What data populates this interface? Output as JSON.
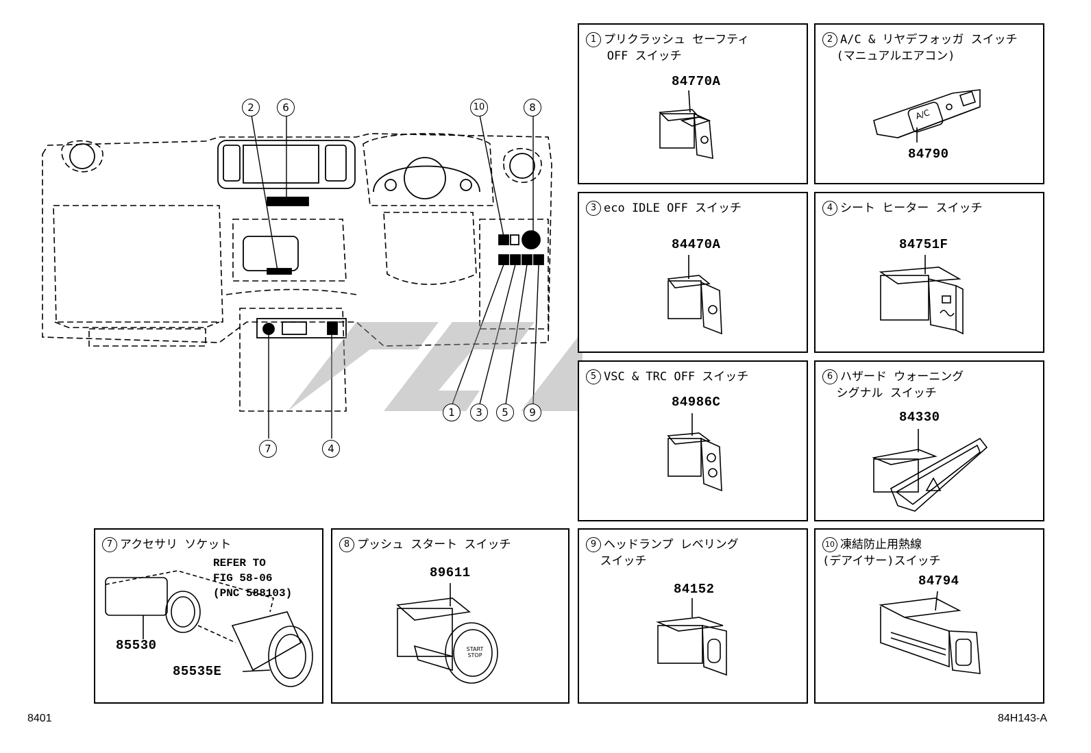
{
  "callouts": [
    "1",
    "2",
    "3",
    "4",
    "5",
    "6",
    "7",
    "8",
    "9",
    "10"
  ],
  "panels": [
    {
      "no": "1",
      "title": "プリクラッシュ セーフティ",
      "title2": "   OFF スイッチ",
      "part": "84770A"
    },
    {
      "no": "2",
      "title": "A/C & リヤデフォッガ スイッチ",
      "title2": "  (マニュアルエアコン)",
      "part": "84790"
    },
    {
      "no": "3",
      "title": "eco IDLE OFF スイッチ",
      "title2": "",
      "part": "84470A"
    },
    {
      "no": "4",
      "title": "シート ヒーター スイッチ",
      "title2": "",
      "part": "84751F"
    },
    {
      "no": "5",
      "title": "VSC & TRC OFF スイッチ",
      "title2": "",
      "part": "84986C"
    },
    {
      "no": "6",
      "title": "ハザード ウォーニング",
      "title2": "  シグナル スイッチ",
      "part": "84330"
    },
    {
      "no": "7",
      "title": "アクセサリ ソケット",
      "title2": "",
      "part": "85530",
      "part2": "85535E",
      "refer": [
        "REFER TO",
        "FIG 58-06",
        "(PNC 588103)"
      ]
    },
    {
      "no": "8",
      "title": "プッシュ スタート スイッチ",
      "title2": "",
      "part": "89611"
    },
    {
      "no": "9",
      "title": "ヘッドランプ レベリング",
      "title2": "  スイッチ",
      "part": "84152"
    },
    {
      "no": "10",
      "title": "凍結防止用熱線",
      "title2": "(デアイサー)スイッチ",
      "part": "84794"
    }
  ],
  "switch_labels": {
    "ac": "A/C",
    "start": "START STOP"
  },
  "footer": {
    "left": "8401",
    "right": "84H143-A"
  }
}
